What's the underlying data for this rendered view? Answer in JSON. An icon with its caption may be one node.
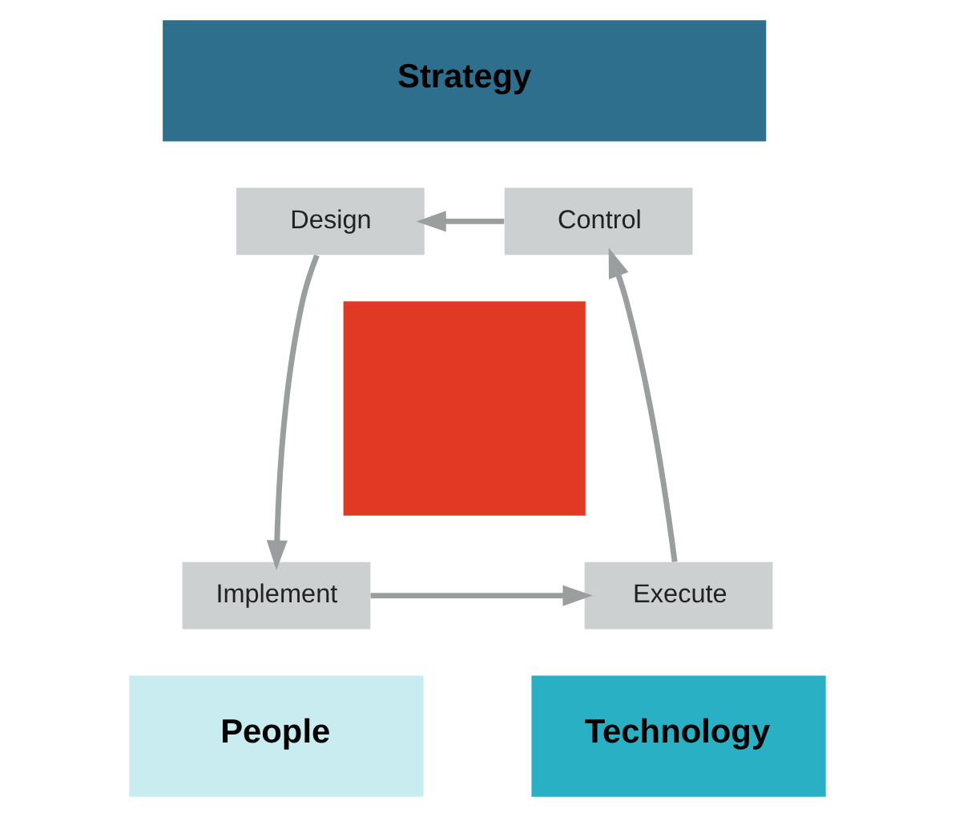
{
  "diagram": {
    "nodes": [
      {
        "text": [
          "Strategy"
        ]
      },
      {
        "text": [
          "Design"
        ]
      },
      {
        "text": [
          "Control"
        ]
      },
      {
        "text": [],
        "shape": "box"
      },
      {
        "text": [
          "Implement"
        ]
      },
      {
        "text": [
          "Execute"
        ]
      },
      {
        "text": [
          "People"
        ]
      },
      {
        "text": [
          "Technology"
        ]
      }
    ],
    "edges": [
      {
        "from": 1,
        "to": 4,
        "arrow": "to"
      },
      {
        "from": 4,
        "to": 5,
        "arrow": "to"
      },
      {
        "from": 5,
        "to": 2,
        "arrow": "to"
      },
      {
        "from": 2,
        "to": 1,
        "arrow": "to"
      }
    ]
  }
}
